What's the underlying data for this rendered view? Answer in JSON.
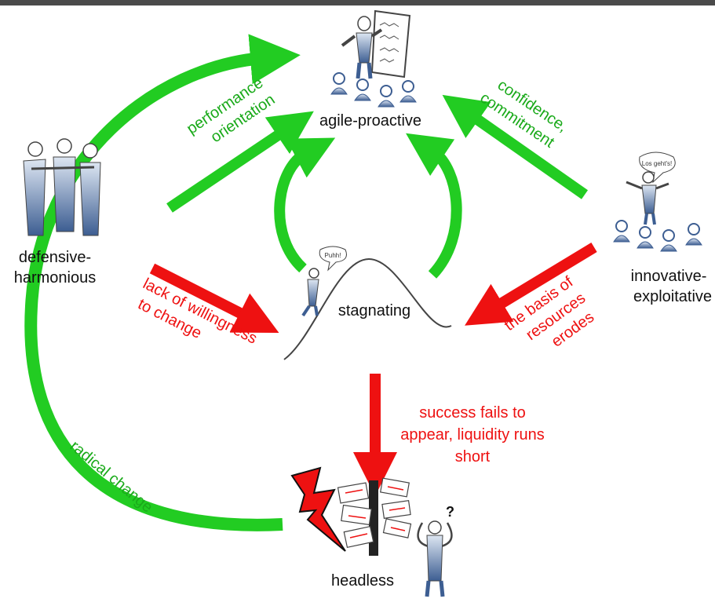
{
  "colors": {
    "green": "#22cc22",
    "red": "#ee1111",
    "green_text": "#1aaa1a",
    "red_text": "#ee1111",
    "figure": "#4a6a9a"
  },
  "nodes": {
    "agile": "agile-proactive",
    "defensive_line1": "defensive-",
    "defensive_line2": "harmonious",
    "innovative_line1": "innovative-",
    "innovative_line2": "exploitative",
    "stagnating": "stagnating",
    "headless": "headless"
  },
  "edges": {
    "performance_line1": "performance",
    "performance_line2": "orientation",
    "confidence_line1": "confidence,",
    "confidence_line2": "commitment",
    "willingness_line1": "lack of willingness",
    "willingness_line2": "to change",
    "resources_line1": "the basis of",
    "resources_line2": "resources",
    "resources_line3": "erodes",
    "success_line1": "success fails to",
    "success_line2": "appear, liquidity runs",
    "success_line3": "short",
    "radical": "radical change"
  },
  "bubbles": {
    "puhh": "Puhh!",
    "los": "Los geht's!"
  },
  "icons": [
    "presenter-flipchart-icon",
    "group-embrace-icon",
    "speaker-audience-icon",
    "hiker-icon",
    "lightning-icon",
    "confused-person-icon",
    "signpost-icon"
  ]
}
